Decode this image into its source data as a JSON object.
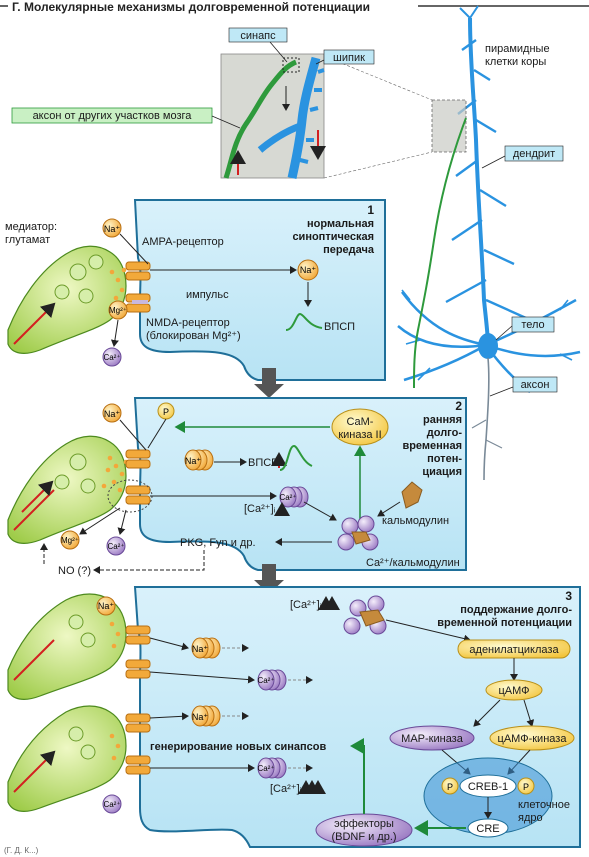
{
  "header": {
    "title": "Г. Молекулярные механизмы долговременной потенциации"
  },
  "overview": {
    "synapse_label": "синапс",
    "spine_label": "шипик",
    "axon_other_label": "аксон от других участков мозга",
    "pyramidal_label_1": "пирамидные",
    "pyramidal_label_2": "клетки коры",
    "dendrite_label": "дендрит",
    "soma_label": "тело",
    "axon_label": "аксон"
  },
  "panel1": {
    "number": "1",
    "title_1": "нормальная",
    "title_2": "синоптическая",
    "title_3": "передача",
    "mediator_1": "медиатор:",
    "mediator_2": "глутамат",
    "ampa": "АМРА-рецептор",
    "impulse": "импульс",
    "nmda_1": "NMDA-рецептор",
    "nmda_2": "(блокирован Mg²⁺)",
    "epsp": "ВПСП",
    "na": "Na⁺",
    "mg": "Mg²⁺",
    "ca": "Ca²⁺"
  },
  "panel2": {
    "number": "2",
    "title_1": "ранняя",
    "title_2": "долго-",
    "title_3": "временная",
    "title_4": "потен-",
    "title_5": "циация",
    "camk_1": "CaM-",
    "camk_2": "киназа II",
    "epsp": "ВПСП",
    "ca_i": "[Ca²⁺]ᵢ",
    "calmodulin": "кальмодулин",
    "pkg": "PKG, Fyn и др.",
    "ca_calmodulin": "Ca²⁺/кальмодулин",
    "no": "NO (?)",
    "na": "Na⁺",
    "mg": "Mg²⁺",
    "ca": "Ca²⁺",
    "p": "P"
  },
  "panel3": {
    "number": "3",
    "title_1": "поддержание долго-",
    "title_2": "временной потенциации",
    "ca_i": "[Ca²⁺]ᵢ",
    "adenylate": "аденилатциклаза",
    "camp": "цАМФ",
    "map": "МАР-киназа",
    "campk": "цАМФ-киназа",
    "creb": "CREB-1",
    "nucleus_1": "клеточное",
    "nucleus_2": "ядро",
    "cre": "CRE",
    "effectors_1": "эффекторы",
    "effectors_2": "(BDNF и др.)",
    "new_synapses": "генерирование новых синапсов",
    "na": "Na⁺",
    "ca": "Ca²⁺",
    "p": "P"
  },
  "footer": {
    "code": "(Г. Д. К...)"
  }
}
